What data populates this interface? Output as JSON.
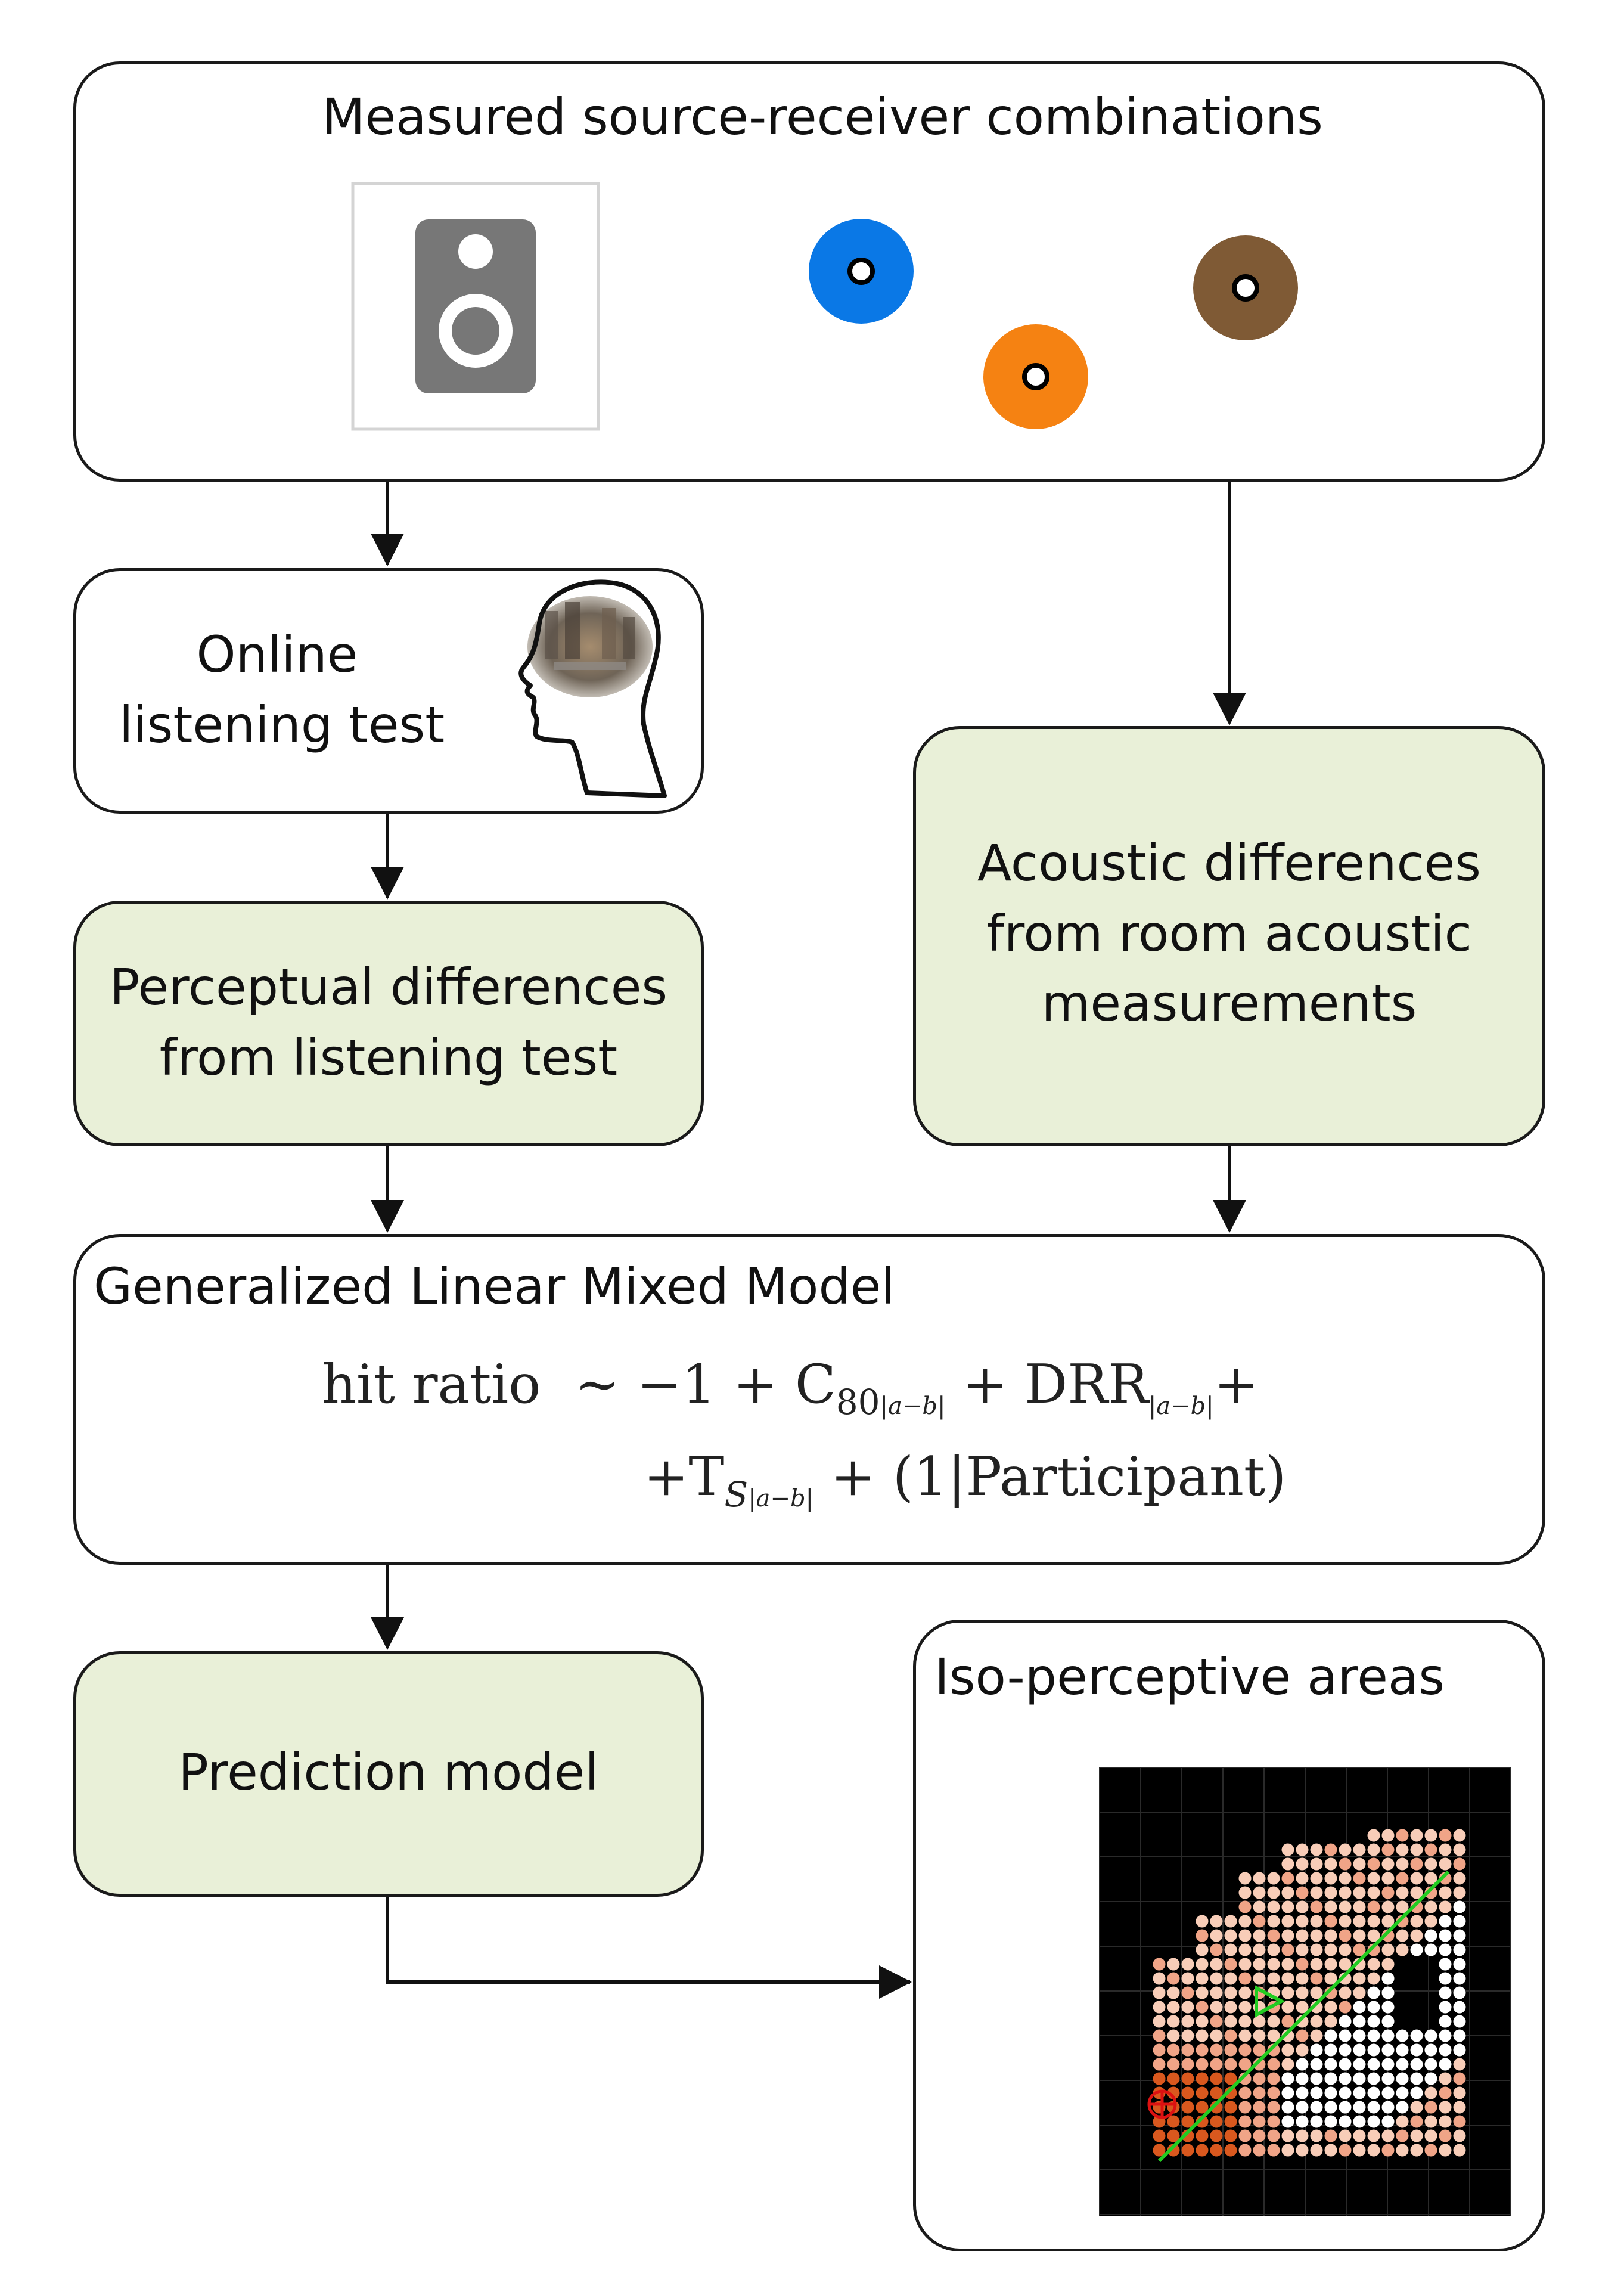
{
  "nodes": {
    "measured": {
      "title": "Measured source-receiver combinations"
    },
    "online": {
      "line1": "Online",
      "line2": "listening test"
    },
    "perceptual": {
      "line1": "Perceptual differences",
      "line2": "from listening test"
    },
    "acoustic": {
      "line1": "Acoustic differences",
      "line2": "from room acoustic",
      "line3": "measurements"
    },
    "glmm": {
      "title": "Generalized Linear Mixed Model",
      "formula": {
        "lhs": "hit ratio",
        "tilde": "∼ −1 +",
        "c80": "C",
        "c80_sub": "80",
        "c80_subsub": "|a−b|",
        "plus1": "+",
        "drr": "DRR",
        "drr_sub": "|a−b|",
        "plus2": "+",
        "plus3": "+T",
        "ts_sub": "S",
        "ts_subsub": "|a−b|",
        "plus4": "+",
        "random": "(1|Participant)"
      }
    },
    "prediction": {
      "label": "Prediction model"
    },
    "iso": {
      "title": "Iso-perceptive areas"
    }
  },
  "colors": {
    "box_fill": "#ffffff",
    "green_fill": "#e9f0d8",
    "stroke": "#1a1a1a",
    "receiver_blue": "#0a78e6",
    "receiver_orange": "#f58212",
    "receiver_brown": "#7f5a35",
    "speaker_gray": "#777777",
    "map_background": "#000000",
    "map_dark": "#d9581e",
    "map_mid": "#f0a487",
    "map_light": "#f8cdb8",
    "map_white": "#ffffff",
    "map_line": "#22cc22",
    "map_marker": "#dd1111"
  },
  "icons": [
    "speaker-icon",
    "receiver-icon",
    "head-icon"
  ]
}
